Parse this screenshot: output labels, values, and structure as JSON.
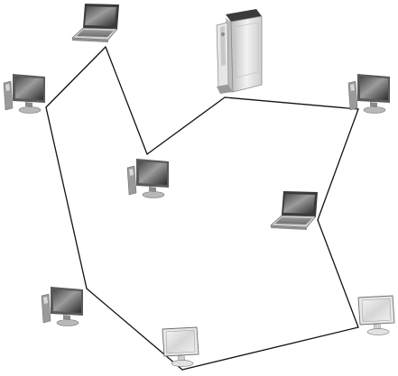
{
  "diagram": {
    "type": "network-topology",
    "line_color": "#111111",
    "node_color": "#8a8a8a",
    "nodes": [
      {
        "id": "laptop-top",
        "kind": "laptop",
        "icon": "laptop-icon"
      },
      {
        "id": "desktop-left-upper",
        "kind": "desktop",
        "icon": "desktop-computer-icon"
      },
      {
        "id": "game-console",
        "kind": "console",
        "icon": "game-console-icon"
      },
      {
        "id": "desktop-right-upper",
        "kind": "desktop",
        "icon": "desktop-computer-icon"
      },
      {
        "id": "desktop-center",
        "kind": "desktop",
        "icon": "desktop-computer-icon"
      },
      {
        "id": "laptop-right",
        "kind": "laptop",
        "icon": "laptop-icon"
      },
      {
        "id": "desktop-left-lower",
        "kind": "desktop",
        "icon": "desktop-computer-icon"
      },
      {
        "id": "monitor-bottom",
        "kind": "monitor",
        "icon": "monitor-icon"
      },
      {
        "id": "monitor-right-lower",
        "kind": "monitor",
        "icon": "monitor-icon"
      }
    ],
    "links": [
      [
        "laptop-top",
        "desktop-center"
      ],
      [
        "desktop-center",
        "game-console"
      ],
      [
        "game-console",
        "desktop-right-upper"
      ],
      [
        "desktop-right-upper",
        "laptop-right"
      ],
      [
        "laptop-right",
        "monitor-right-lower"
      ],
      [
        "monitor-right-lower",
        "monitor-bottom"
      ],
      [
        "monitor-bottom",
        "desktop-left-lower"
      ],
      [
        "desktop-left-lower",
        "desktop-left-upper"
      ],
      [
        "desktop-left-upper",
        "laptop-top"
      ]
    ]
  }
}
